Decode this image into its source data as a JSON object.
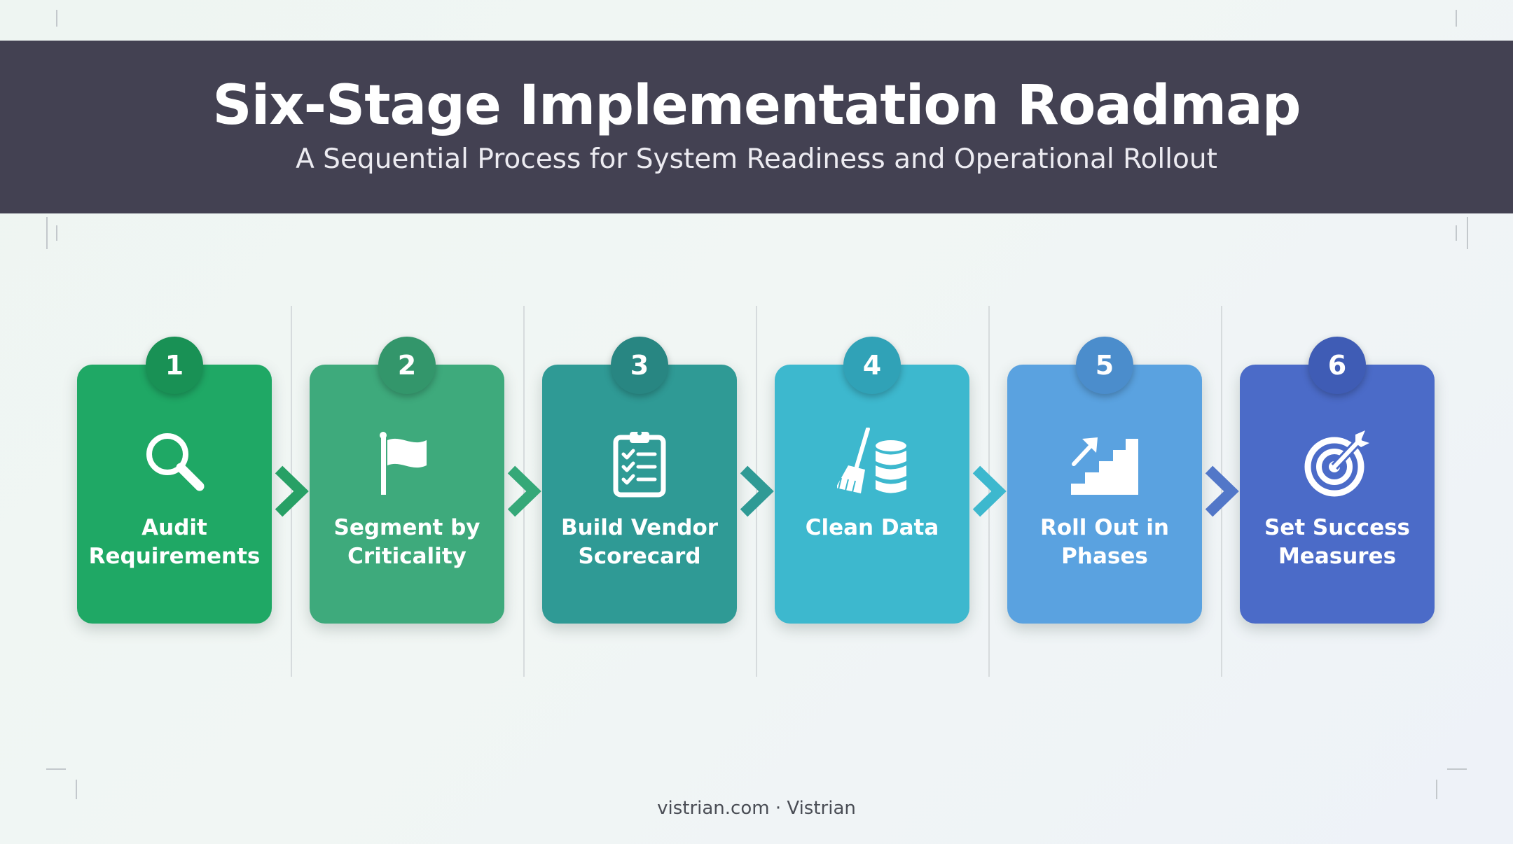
{
  "header": {
    "title": "Six-Stage Implementation Roadmap",
    "subtitle": "A Sequential Process for System Readiness and Operational Rollout"
  },
  "stages": [
    {
      "number": "1",
      "line1": "Audit",
      "line2": "Requirements",
      "icon": "magnifying-glass-icon",
      "color": "#1fa865",
      "badge_color": "#199155"
    },
    {
      "number": "2",
      "line1": "Segment by",
      "line2": "Criticality",
      "icon": "flag-icon",
      "color": "#3eaa7c",
      "badge_color": "#33966b"
    },
    {
      "number": "3",
      "line1": "Build Vendor",
      "line2": "Scorecard",
      "icon": "clipboard-checklist-icon",
      "color": "#2f9a95",
      "badge_color": "#288682"
    },
    {
      "number": "4",
      "line1": "Clean Data",
      "line2": "",
      "icon": "broom-database-icon",
      "color": "#3db8ce",
      "badge_color": "#30a2b7"
    },
    {
      "number": "5",
      "line1": "Roll Out in",
      "line2": "Phases",
      "icon": "stairs-arrow-icon",
      "color": "#5aa2e0",
      "badge_color": "#4b8dcc"
    },
    {
      "number": "6",
      "line1": "Set Success",
      "line2": "Measures",
      "icon": "target-arrow-icon",
      "color": "#4b6bc8",
      "badge_color": "#3f5cb5"
    }
  ],
  "connectors": [
    {
      "icon": "chevron-right-icon",
      "color": "#27a065"
    },
    {
      "icon": "chevron-right-icon",
      "color": "#35a878"
    },
    {
      "icon": "chevron-right-icon",
      "color": "#2f9a95"
    },
    {
      "icon": "chevron-right-icon",
      "color": "#3db8ce"
    },
    {
      "icon": "chevron-right-icon",
      "color": "#5277c8"
    }
  ],
  "footer": {
    "text": "vistrian.com · Vistrian"
  }
}
